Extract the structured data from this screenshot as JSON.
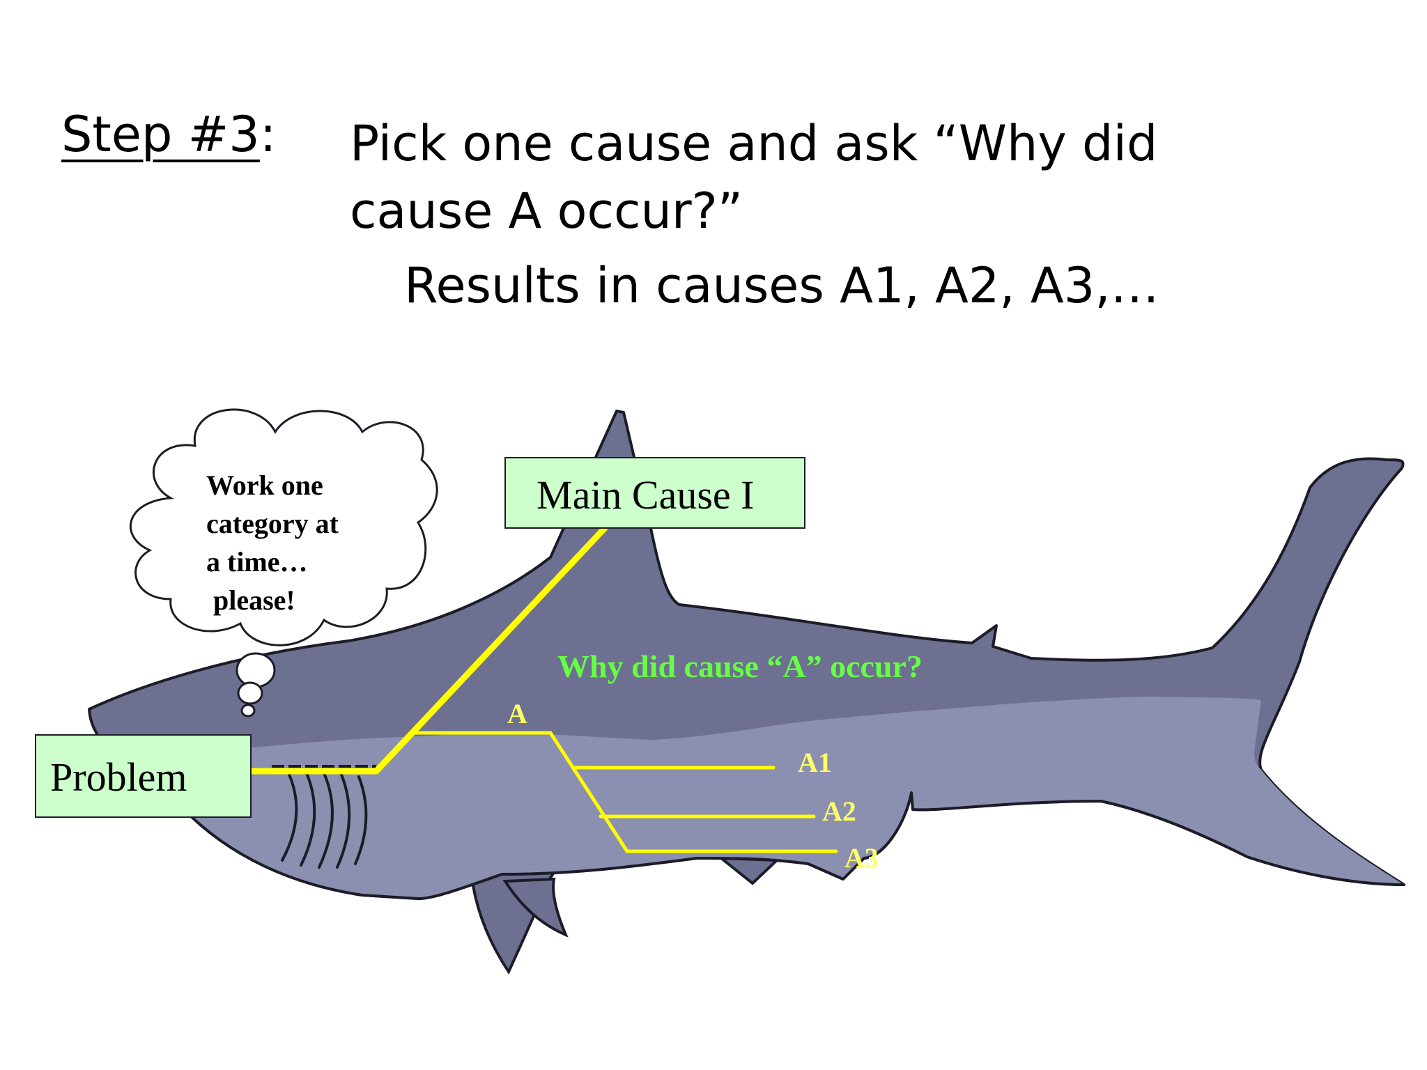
{
  "heading": {
    "step_label": "Step #3",
    "step_colon": ":",
    "instruction": "Pick one cause and ask “Why did cause A occur?”",
    "result": "Results in causes A1, A2, A3,…"
  },
  "diagram": {
    "problem_label": "Problem",
    "main_cause_label": "Main Cause I",
    "question": "Why did cause “A” occur?",
    "cause_label": "A",
    "sub_causes": [
      "A1",
      "A2",
      "A3"
    ],
    "thought_bubble": [
      "Work one",
      "category at",
      "a time…",
      " please!"
    ]
  },
  "colors": {
    "shark_dark": "#6d7090",
    "shark_light": "#8b8fb0",
    "outline": "#1c1c28",
    "bone_line": "#ffff00",
    "label_yellow": "#ffff66",
    "question_green": "#66ff44",
    "box_fill": "#ccffcc"
  }
}
